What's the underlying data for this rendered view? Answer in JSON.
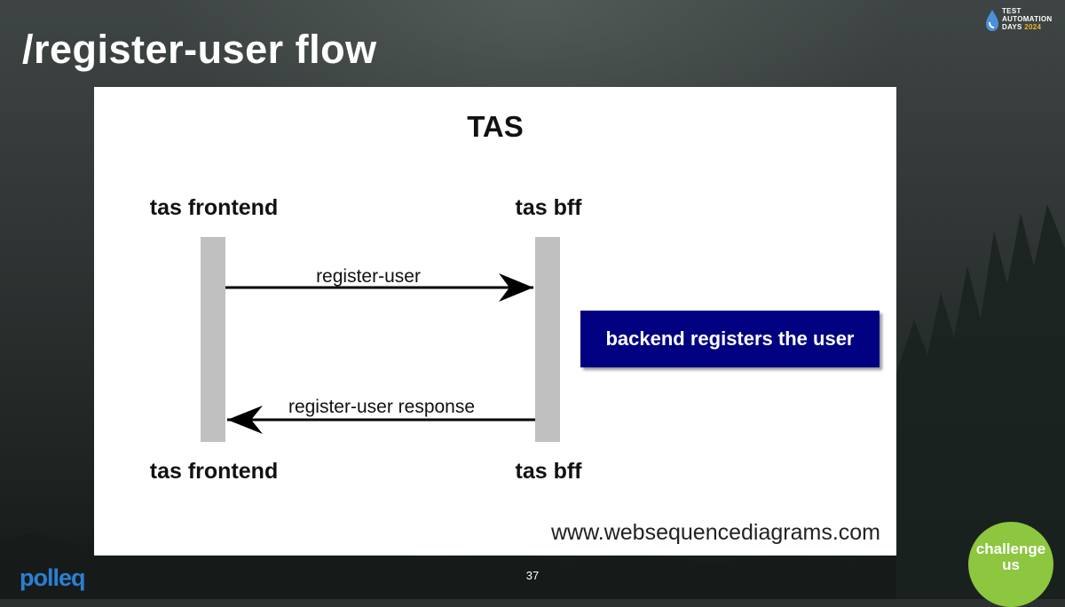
{
  "slide": {
    "title": "/register-user flow",
    "page_number": "37"
  },
  "event_logo": {
    "line1": "TEST",
    "line2": "AUTOMATION",
    "line3_prefix": "DAYS",
    "line3_year": "2024"
  },
  "brand_logo": "polleq",
  "badge": {
    "line1": "challenge",
    "line2": "us"
  },
  "diagram": {
    "title": "TAS",
    "participants": {
      "left_top": "tas frontend",
      "right_top": "tas bff",
      "left_bottom": "tas frontend",
      "right_bottom": "tas bff"
    },
    "messages": {
      "request": "register-user",
      "response": "register-user response"
    },
    "note": "backend registers the user",
    "watermark": "www.websequencediagrams.com"
  },
  "colors": {
    "note_fill": "#000080",
    "lifeline": "#c0c0c0",
    "badge": "#8dc63f",
    "brand": "#2a7fd4"
  }
}
